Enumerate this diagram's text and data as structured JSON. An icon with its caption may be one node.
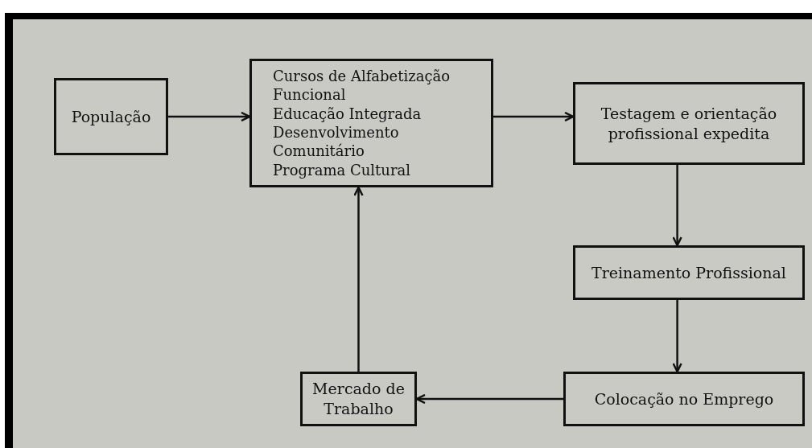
{
  "diagram": {
    "nodes": [
      {
        "text": [
          "População"
        ]
      },
      {
        "text": [
          "Cursos de Alfabetização Funcional",
          "Educação Integrada",
          "Desenvolvimento Comunitário",
          "Programa Cultural"
        ]
      },
      {
        "text": [
          "Testagem e orientação profissional expedita"
        ]
      },
      {
        "text": [
          "Treinamento Profissional"
        ]
      },
      {
        "text": [
          "Colocação no Emprego"
        ]
      },
      {
        "text": [
          "Mercado de Trabalho"
        ]
      }
    ],
    "edges": [
      {
        "from": 0,
        "to": 1,
        "arrow": "to"
      },
      {
        "from": 1,
        "to": 2,
        "arrow": "to"
      },
      {
        "from": 2,
        "to": 3,
        "arrow": "to"
      },
      {
        "from": 3,
        "to": 4,
        "arrow": "to"
      },
      {
        "from": 4,
        "to": 5,
        "arrow": "to"
      },
      {
        "from": 5,
        "to": 1,
        "arrow": "to"
      }
    ]
  }
}
